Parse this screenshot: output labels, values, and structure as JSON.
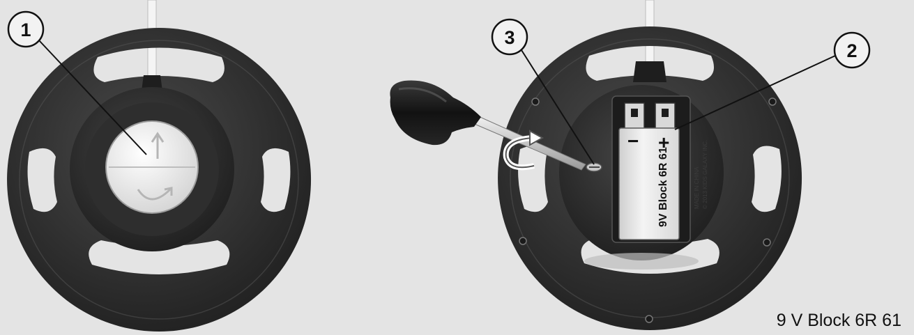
{
  "callouts": [
    "1",
    "2",
    "3"
  ],
  "battery": {
    "label": "9V Block 6R 61",
    "minus": "−",
    "plus": "+"
  },
  "case_print": {
    "line1": "MADE IN CHINA",
    "line2": "© 2013 KIDS GALAXY INC."
  },
  "caption": "9 V Block 6R 61",
  "colors": {
    "background": "#e4e4e4",
    "wheel": "#2b2b2b",
    "battery": "#ececec",
    "screwdriver_handle": "#151515"
  },
  "icons": [
    "rotate-arrow-icon",
    "up-arrow-icon",
    "curved-arrow-icon"
  ]
}
